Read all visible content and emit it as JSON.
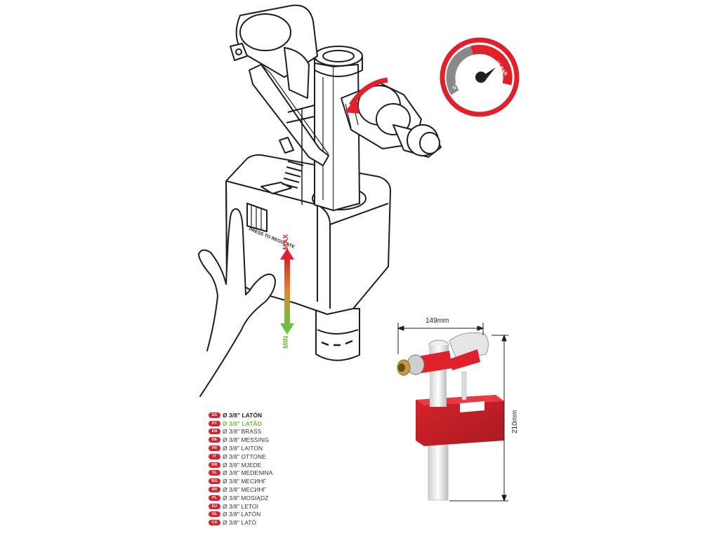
{
  "dimensions": {
    "width_label": "149mm",
    "height_label": "210mm"
  },
  "labels": {
    "press_to_regulate": "PRESS TO REGULATE",
    "max": "MAX",
    "min": "MIN",
    "gauge_low": "0 BAR",
    "gauge_high": "10 BAR"
  },
  "legend": [
    {
      "code": "ES",
      "text": "Ø 3/8\" LATÓN",
      "style": "bold"
    },
    {
      "code": "PT",
      "text": "Ø 3/8\" LATÃO",
      "style": "green"
    },
    {
      "code": "EN",
      "text": "Ø 3/8\" BRASS",
      "style": "normal"
    },
    {
      "code": "DE",
      "text": "Ø 3/8\" MESSING",
      "style": "normal"
    },
    {
      "code": "FR",
      "text": "Ø 3/8\" LAITON",
      "style": "normal"
    },
    {
      "code": "IT",
      "text": "Ø 3/8\" OTTONE",
      "style": "normal"
    },
    {
      "code": "HR",
      "text": "Ø 3/8\" MJEDE",
      "style": "normal"
    },
    {
      "code": "SL",
      "text": "Ø 3/8\" MEDENINA",
      "style": "normal"
    },
    {
      "code": "BG",
      "text": "Ø 3/8\" МЕСИНГ",
      "style": "normal"
    },
    {
      "code": "SR",
      "text": "Ø 3/8\" МЕСИНГ",
      "style": "normal"
    },
    {
      "code": "PL",
      "text": "Ø 3/8\" MOSIĄDZ",
      "style": "normal"
    },
    {
      "code": "EU",
      "text": "Ø 3/8\" LETOI",
      "style": "normal"
    },
    {
      "code": "GL",
      "text": "Ø 3/8\" LATÓN",
      "style": "normal"
    },
    {
      "code": "CA",
      "text": "Ø 3/8\" LATÓ",
      "style": "normal"
    }
  ],
  "colors": {
    "accent_red": "#e0202a",
    "green": "#6cbf3f",
    "line": "#1e1e1e",
    "gauge_grey": "#8a8a8a"
  }
}
